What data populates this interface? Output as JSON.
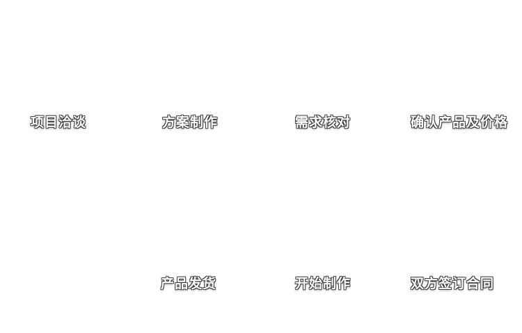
{
  "colors": {
    "background": "#ffffff",
    "label_fill": "#ffffff",
    "label_outline": "#3c3c3c"
  },
  "flow": {
    "steps": [
      {
        "label": "项目洽谈"
      },
      {
        "label": "方案制作"
      },
      {
        "label": "需求核对"
      },
      {
        "label": "确认产品及价格"
      },
      {
        "label": "产品发货"
      },
      {
        "label": "开始制作"
      },
      {
        "label": "双方签订合同"
      }
    ]
  }
}
